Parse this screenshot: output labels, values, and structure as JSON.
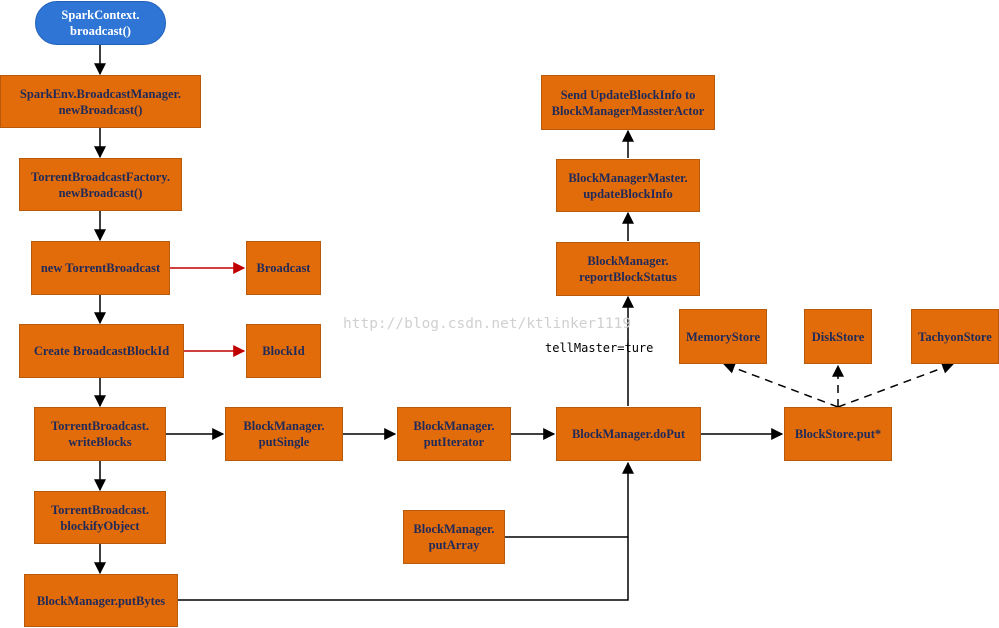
{
  "nodes": {
    "spark_context": "SparkContext.\nbroadcast()",
    "spark_env": "SparkEnv.BroadcastManager.\nnewBroadcast()",
    "torrent_factory": "TorrentBroadcastFactory.\nnewBroadcast()",
    "new_torrent": "new TorrentBroadcast",
    "broadcast": "Broadcast",
    "create_blockid": "Create BroadcastBlockId",
    "blockid": "BlockId",
    "write_blocks": "TorrentBroadcast.\nwriteBlocks",
    "put_single": "BlockManager.\nputSingle",
    "put_iterator": "BlockManager.\nputIterator",
    "do_put": "BlockManager.doPut",
    "blockstore_put": "BlockStore.put*",
    "blockify": "TorrentBroadcast.\nblockifyObject",
    "put_bytes": "BlockManager.putBytes",
    "put_array": "BlockManager.\nputArray",
    "report_status": "BlockManager.\nreportBlockStatus",
    "update_info": "BlockManagerMaster.\nupdateBlockInfo",
    "send_update": "Send UpdateBlockInfo to\nBlockManagerMassterActor",
    "memory_store": "MemoryStore",
    "disk_store": "DiskStore",
    "tachyon_store": "TachyonStore"
  },
  "edge_labels": {
    "tell_master": "tellMaster=ture"
  },
  "watermark": "http://blog.csdn.net/ktlinker1119",
  "colors": {
    "node_fill": "#E36C0A",
    "node_text": "#1F2A5A",
    "start_fill": "#2E75D6",
    "start_text": "#FFFFFF",
    "red_arrow": "#C00000",
    "arrow": "#000000"
  }
}
